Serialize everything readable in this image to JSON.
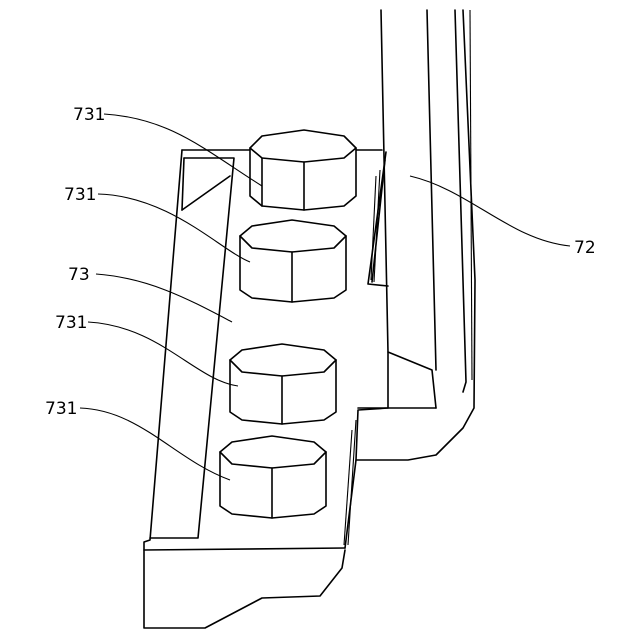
{
  "labels": {
    "bolt_1": "731",
    "bolt_2": "731",
    "bolt_3": "731",
    "bolt_4": "731",
    "body": "73",
    "rail": "72"
  }
}
